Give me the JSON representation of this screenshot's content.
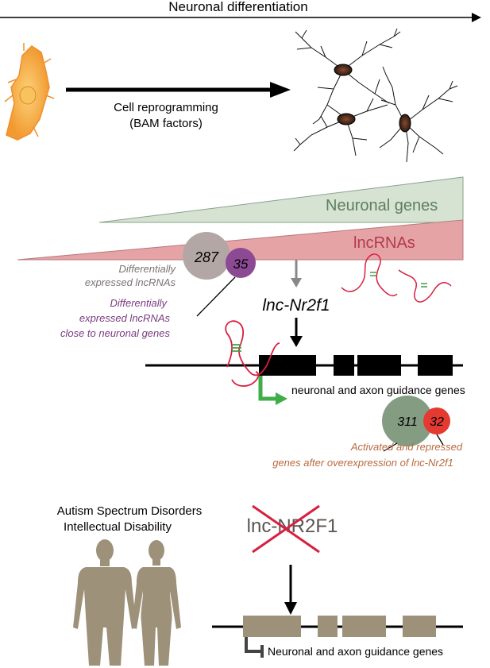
{
  "header": {
    "title": "Neuronal differentiation"
  },
  "reprogramming": {
    "line1": "Cell reprogramming",
    "line2": "(BAM factors)"
  },
  "gradients": {
    "neuronal_label": "Neuronal genes",
    "lncrna_label": "lncRNAs"
  },
  "counts": {
    "de_lncrnas": "287",
    "near_neuronal": "35",
    "de_label_1": "Differentially",
    "de_label_2": "expressed lncRNAs",
    "near_label_1": "Differentially",
    "near_label_2": "expressed lncRNAs",
    "near_label_3": "close to neuronal genes"
  },
  "lnc_nr2f1": "lnc-Nr2f1",
  "targets": {
    "label": "neuronal and axon guidance genes",
    "activated": "311",
    "repressed": "32",
    "caption_1": "Activated and repressed",
    "caption_2": "genes after overexpression of lnc-Nr2f1"
  },
  "disease": {
    "line1": "Autism Spectrum Disorders",
    "line2": "Intellectual Disability",
    "gene": "lnc-NR2F1",
    "target_label": "Neuronal and axon guidance genes"
  },
  "colors": {
    "cell_orange": "#f5a540",
    "neuronal_green": "#d6e3d3",
    "lncrna_pink": "#e6a3a6",
    "bubble_gray": "#b3a7a6",
    "bubble_purple": "#8b4a93",
    "bubble_green": "#849c82",
    "bubble_red": "#e53a32",
    "promoter_green": "#3fae49",
    "rna_red": "#d81f3f",
    "human_brown": "#9e9179"
  }
}
